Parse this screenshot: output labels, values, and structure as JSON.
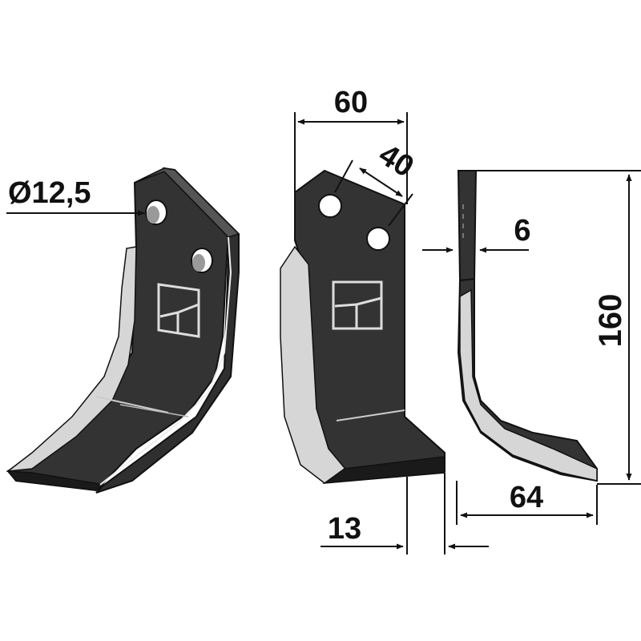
{
  "dimensions": {
    "hole_diameter": "Ø12,5",
    "width": "60",
    "hole_spacing": "40",
    "thickness": "6",
    "height": "160",
    "offset": "13",
    "bend_depth": "64"
  },
  "colors": {
    "blade_dark": "#333333",
    "blade_light": "#d6d6d6",
    "edge_light": "#eeeeee",
    "line": "#111111",
    "background": "#ffffff"
  },
  "icons": {
    "logo": "square-logo-icon"
  }
}
